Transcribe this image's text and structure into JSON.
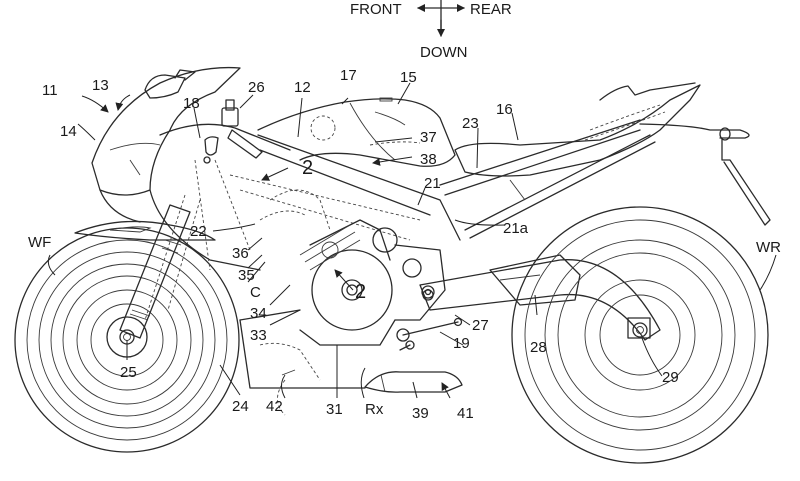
{
  "orientation": {
    "front": "FRONT",
    "rear": "REAR",
    "down": "DOWN"
  },
  "labels": {
    "l11": "11",
    "l13": "13",
    "l14": "14",
    "l18": "18",
    "l26": "26",
    "l12": "12",
    "l17": "17",
    "l15": "15",
    "l16": "16",
    "l23": "23",
    "l37": "37",
    "l38": "38",
    "l2_top": "2",
    "l21": "21",
    "l21a": "21a",
    "l22": "22",
    "l36": "36",
    "l35": "35",
    "lC": "C",
    "l34": "34",
    "l33": "33",
    "l2_mid": "2",
    "l27": "27",
    "l19": "19",
    "l28": "28",
    "lWF": "WF",
    "lWR": "WR",
    "l25": "25",
    "l24": "24",
    "l42": "42",
    "l31": "31",
    "lRx": "Rx",
    "l39": "39",
    "l41": "41",
    "l29": "29"
  }
}
